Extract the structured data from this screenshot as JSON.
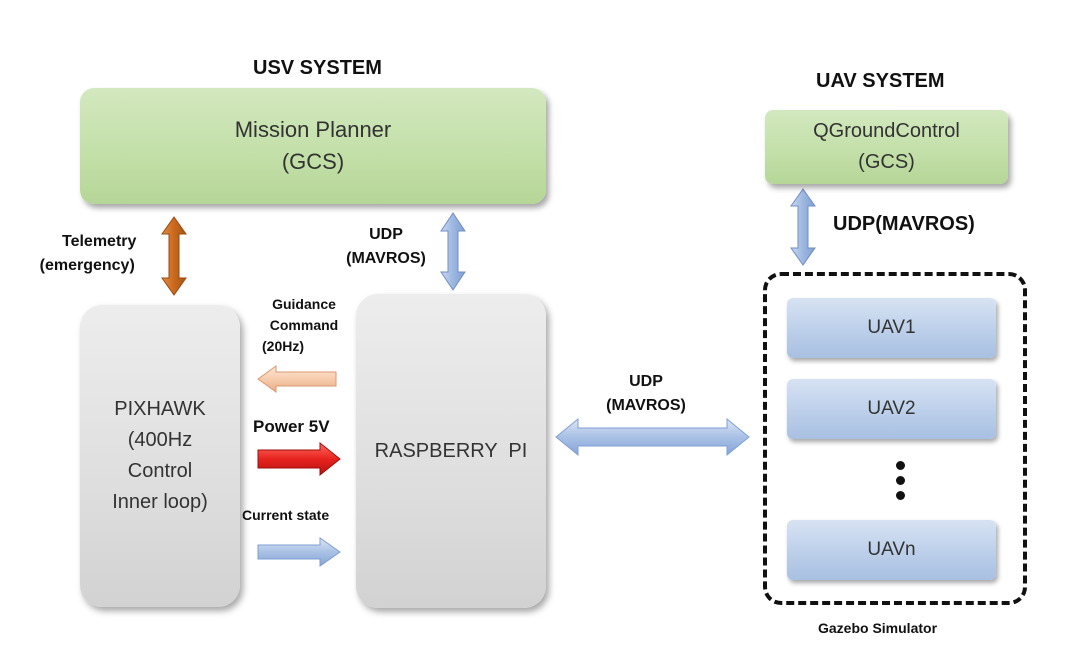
{
  "usv": {
    "title": "USV SYSTEM",
    "mission_planner": {
      "line1": "Mission Planner",
      "line2": "(GCS)"
    },
    "telemetry": {
      "line1": "Telemetry",
      "line2": "(emergency)"
    },
    "udp_top": {
      "line1": "UDP",
      "line2": "(MAVROS)"
    },
    "pixhawk": {
      "line1": "PIXHAWK",
      "line2": "(400Hz",
      "line3": "Control",
      "line4": "Inner loop)"
    },
    "raspberry": {
      "label": "RASPBERRY  PI"
    },
    "guidance": {
      "line1": "Guidance",
      "line2": "Command",
      "line3": "(20Hz)"
    },
    "power": {
      "label": "Power 5V"
    },
    "current_state": {
      "label": "Current state"
    }
  },
  "link": {
    "line1": "UDP",
    "line2": "(MAVROS)"
  },
  "uav": {
    "title": "UAV SYSTEM",
    "qgc": {
      "line1": "QGroundControl",
      "line2": "(GCS)"
    },
    "udp": {
      "label": "UDP(MAVROS)"
    },
    "simulator": {
      "label": "Gazebo Simulator"
    },
    "units": [
      "UAV1",
      "UAV2",
      "UAVn"
    ]
  },
  "colors": {
    "gcs_green": "#c2dfa7",
    "box_grey": "#dedede",
    "uav_blue": "#bccfea",
    "telemetry_arrow": "#c9691f",
    "power_arrow": "#e8231f",
    "guidance_arrow": "#f7ccae",
    "udp_arrow": "#9db7e0"
  }
}
